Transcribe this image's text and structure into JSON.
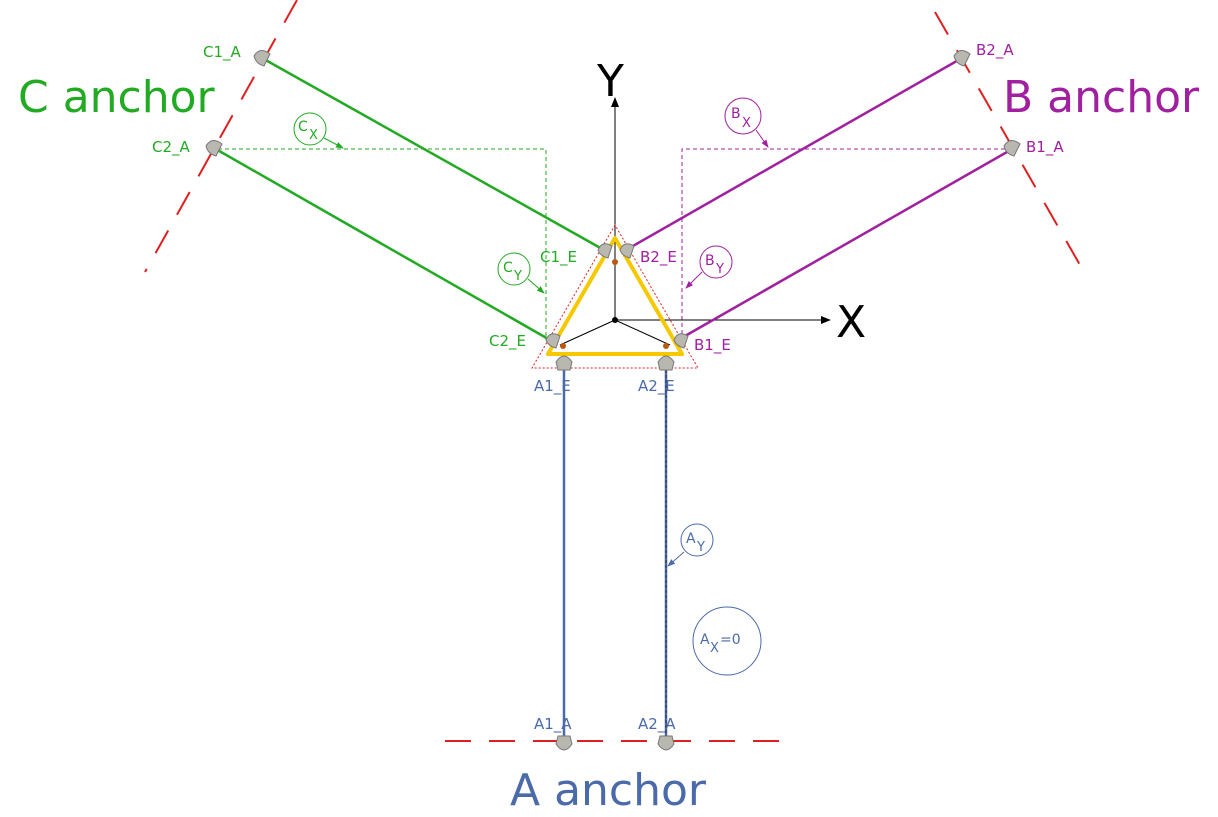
{
  "colors": {
    "c_anchor": "#22aa22",
    "b_anchor": "#a020a0",
    "a_anchor": "#4a6aaa",
    "effector": "#f5c800",
    "dashed_red": "#e02020",
    "axis": "#000000",
    "mount": "#b8b8b0"
  },
  "titles": {
    "c_anchor": "C anchor",
    "b_anchor": "B anchor",
    "a_anchor": "A anchor"
  },
  "axes": {
    "x": "X",
    "y": "Y"
  },
  "points": {
    "c1_a": "C1_A",
    "c2_a": "C2_A",
    "c1_e": "C1_E",
    "c2_e": "C2_E",
    "b1_a": "B1_A",
    "b2_a": "B2_A",
    "b1_e": "B1_E",
    "b2_e": "B2_E",
    "a1_e": "A1_E",
    "a2_e": "A2_E",
    "a1_a": "A1_A",
    "a2_a": "A2_A"
  },
  "symbols": {
    "cx": {
      "base": "C",
      "sub": "X"
    },
    "cy": {
      "base": "C",
      "sub": "Y"
    },
    "bx": {
      "base": "B",
      "sub": "X"
    },
    "by": {
      "base": "B",
      "sub": "Y"
    },
    "ay": {
      "base": "A",
      "sub": "Y"
    },
    "ax0": {
      "base": "A",
      "sub": "X",
      "suffix": " =0"
    }
  }
}
